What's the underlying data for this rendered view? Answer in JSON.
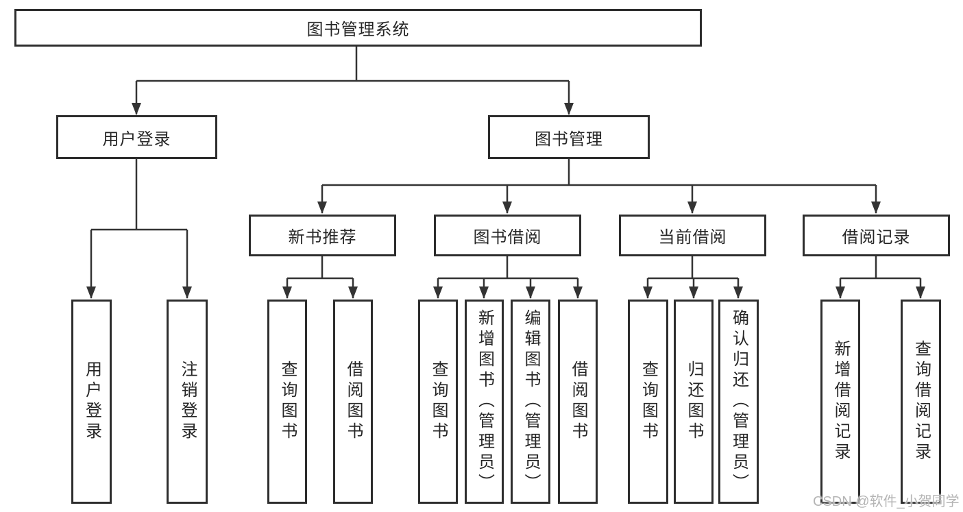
{
  "tree": {
    "label": "图书管理系统",
    "children": [
      {
        "label": "用户登录",
        "children": [
          {
            "label": "用户登录"
          },
          {
            "label": "注销登录"
          }
        ]
      },
      {
        "label": "图书管理",
        "children": [
          {
            "label": "新书推荐",
            "children": [
              {
                "label": "查询图书"
              },
              {
                "label": "借阅图书"
              }
            ]
          },
          {
            "label": "图书借阅",
            "children": [
              {
                "label": "查询图书"
              },
              {
                "label": "新增图书（管理员）"
              },
              {
                "label": "编辑图书（管理员）"
              },
              {
                "label": "借阅图书"
              }
            ]
          },
          {
            "label": "当前借阅",
            "children": [
              {
                "label": "查询图书"
              },
              {
                "label": "归还图书"
              },
              {
                "label": "确认归还（管理员）"
              }
            ]
          },
          {
            "label": "借阅记录",
            "children": [
              {
                "label": "新增借阅记录"
              },
              {
                "label": "查询借阅记录"
              }
            ]
          }
        ]
      }
    ]
  },
  "watermark": {
    "text": "CSDN @软件_小贺同学"
  },
  "colors": {
    "line": "#333333",
    "box_border": "#2d2d2d",
    "text": "#262626",
    "watermark": "#b5b5b5",
    "background": "#ffffff"
  }
}
